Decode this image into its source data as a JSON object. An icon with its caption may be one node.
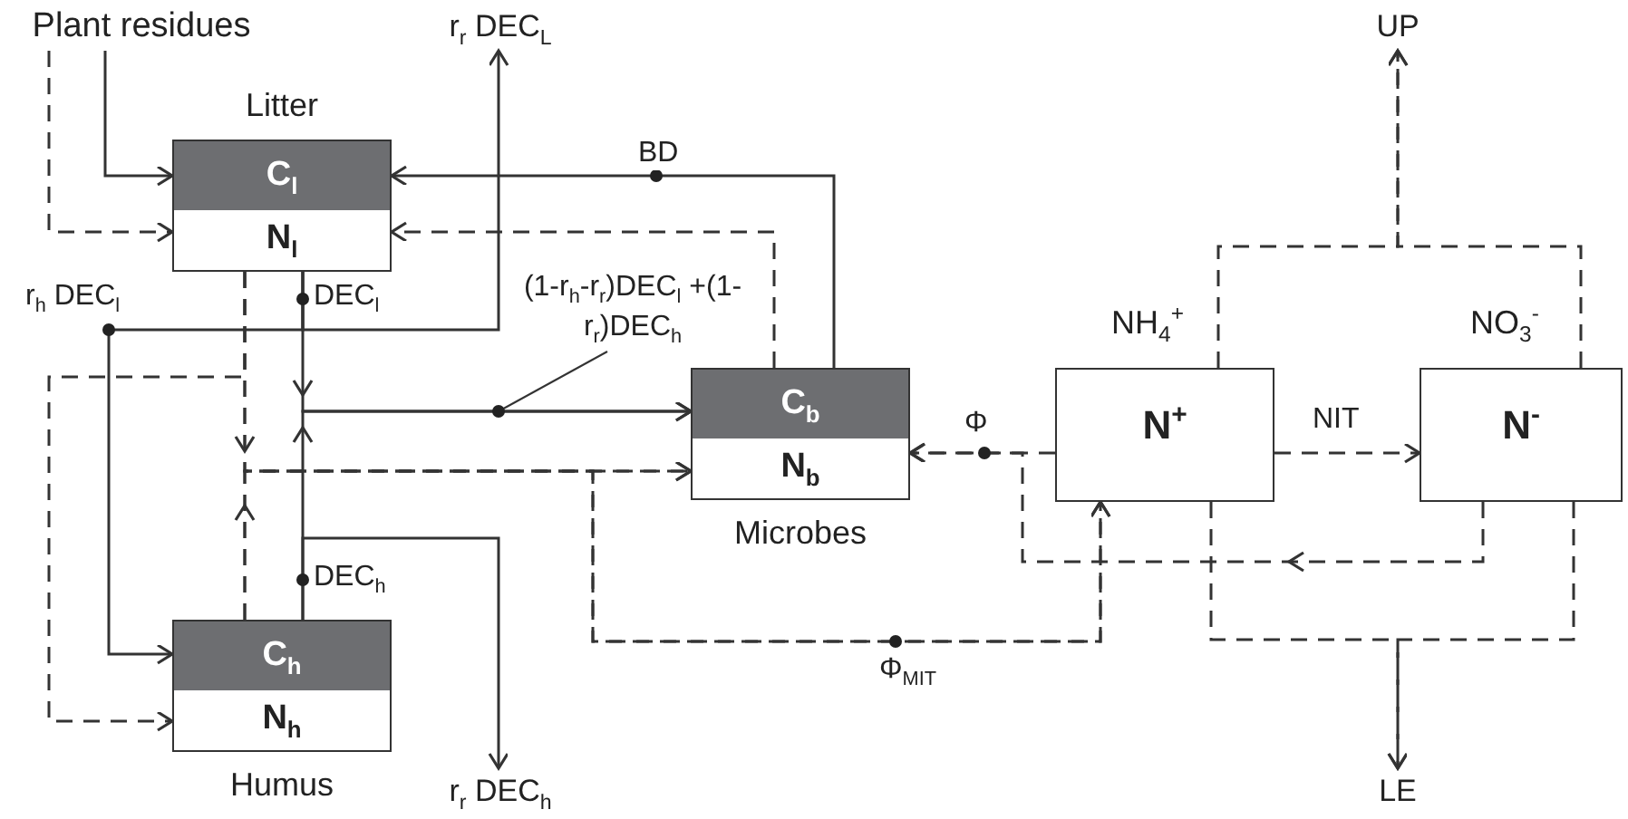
{
  "diagram": {
    "nodes": [
      {
        "text": [
          "Plant residues"
        ]
      },
      {
        "text": [
          "Litter"
        ]
      },
      {
        "text": [
          "C$_{l}$"
        ],
        "in": 1
      },
      {
        "text": [
          "N$_{l}$"
        ],
        "in": 1
      },
      {
        "text": [
          "r$_{r}$ DEC$_{L}$"
        ]
      },
      {
        "text": [
          "Microbes"
        ]
      },
      {
        "text": [
          "C$_{b}$"
        ],
        "in": 5
      },
      {
        "text": [
          "N$_{b}$"
        ],
        "in": 5
      },
      {
        "text": [
          "Humus"
        ]
      },
      {
        "text": [
          "C$_{h}$"
        ],
        "in": 8
      },
      {
        "text": [
          "N$_{h}$"
        ],
        "in": 8
      },
      {
        "text": [
          "r$_{r}$ DEC$_{h}$"
        ]
      },
      {
        "text": [
          "NH$_{4}$$^{+}$",
          "N$^{+}$"
        ]
      },
      {
        "text": [
          "NO$_{3}$$^{-}$",
          "N$^{-}$"
        ]
      },
      {
        "text": [
          "UP"
        ]
      },
      {
        "text": [
          "LE"
        ]
      },
      {
        "text": [
          "(1-r$_{h}$-r$_{r}$)DEC$_{l}$ +(1-r$_{r}$)DEC$_{h}$"
        ]
      }
    ],
    "edges": [
      {
        "from": 0,
        "to": 2,
        "arrow": "to"
      },
      {
        "from": 0,
        "to": 3,
        "arrow": "to",
        "style": "dashed"
      },
      {
        "from": 6,
        "to": 2,
        "arrow": "to",
        "label": "BD"
      },
      {
        "from": 5,
        "to": 3,
        "arrow": "to",
        "style": "dashed"
      },
      {
        "from": 1,
        "to": 4,
        "arrow": "to"
      },
      {
        "from": 1,
        "to": 9,
        "arrow": "to",
        "label": "r$_{h}$ DEC$_{l}$"
      },
      {
        "from": 1,
        "to": 6,
        "arrow": "to",
        "label": "DEC$_{l}$"
      },
      {
        "from": 9,
        "to": 6,
        "arrow": "to",
        "label": "DEC$_{h}$"
      },
      {
        "from": 9,
        "to": 11,
        "arrow": "to"
      },
      {
        "from": 3,
        "to": 7,
        "arrow": "to",
        "style": "dashed"
      },
      {
        "from": 8,
        "to": 7,
        "arrow": "to",
        "style": "dashed"
      },
      {
        "from": 3,
        "to": 10,
        "arrow": "to",
        "style": "dashed"
      },
      {
        "from": 3,
        "to": 12,
        "arrow": "to",
        "style": "dashed",
        "label": "Φ$_{MIT}$"
      },
      {
        "from": 8,
        "to": 12,
        "arrow": "to",
        "style": "dashed"
      },
      {
        "from": 12,
        "to": 7,
        "arrow": "to",
        "style": "dashed",
        "label": "Φ"
      },
      {
        "from": 13,
        "to": 7,
        "arrow": "to",
        "style": "dashed"
      },
      {
        "from": 12,
        "to": 13,
        "arrow": "to",
        "style": "dashed",
        "label": "NIT"
      },
      {
        "from": 12,
        "to": 14,
        "arrow": "to",
        "style": "dashed"
      },
      {
        "from": 13,
        "to": 14,
        "arrow": "to",
        "style": "dashed"
      },
      {
        "from": 12,
        "to": 15,
        "arrow": "to",
        "style": "dashed"
      },
      {
        "from": 13,
        "to": 15,
        "arrow": "to",
        "style": "dashed"
      },
      {
        "from": 16,
        "to": null,
        "arrow": "none"
      }
    ]
  }
}
